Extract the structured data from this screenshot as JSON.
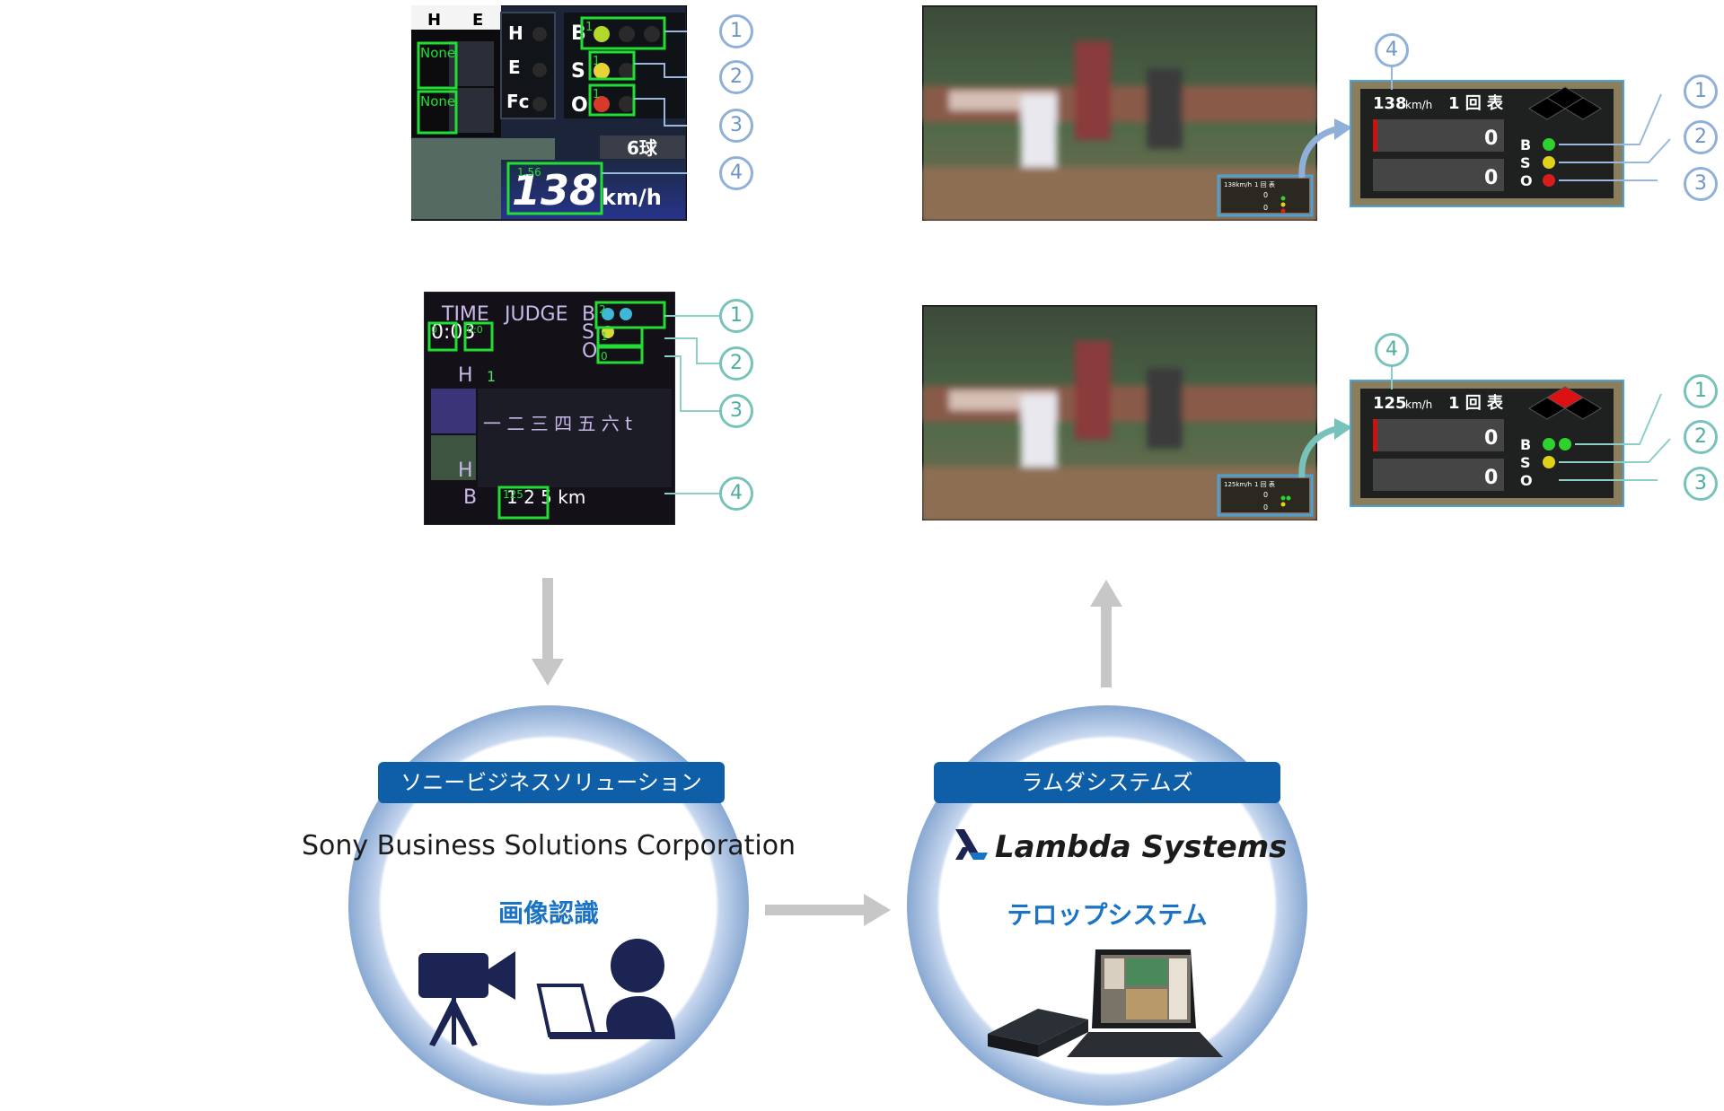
{
  "shot_a": {
    "h": "H",
    "e": "E",
    "fc": "Fc",
    "b": "B",
    "s": "S",
    "o": "O",
    "none1": "None",
    "none2": "None",
    "tag1": "1",
    "tag2": "1",
    "tag3": "1",
    "count": "6球",
    "speed": "138",
    "speed_unit": "km/h",
    "speed_tag": "1.56"
  },
  "shot_b": {
    "time": "TIME",
    "judge": "JUDGE",
    "b": "B",
    "s": "S",
    "o": "O",
    "clock": "0:03",
    "clock_tag": "0",
    "clock_tag2": "0:0",
    "h": "H",
    "h2": "H",
    "b2": "B",
    "one": "1",
    "innings": "一 二 三 四 五 六 t",
    "speed": "1 2 5 km",
    "speed_tag": "125",
    "tag1": "2",
    "tag2": "1",
    "tag3": "0"
  },
  "overlay_top": {
    "speed": "138",
    "unit": "km/h",
    "inning": "1 回 表",
    "score1": "0",
    "score2": "0",
    "b": "B",
    "s": "S",
    "o": "O"
  },
  "overlay_bottom": {
    "speed": "125",
    "unit": "km/h",
    "inning": "1 回 表",
    "score1": "0",
    "score2": "0",
    "b": "B",
    "s": "S",
    "o": "O"
  },
  "thumb_top": {
    "speed": "138km/h",
    "inning": "1 回 表",
    "s1": "0",
    "s2": "0"
  },
  "thumb_bottom": {
    "speed": "125km/h",
    "inning": "1 回 表",
    "s1": "0",
    "s2": "0"
  },
  "markers": {
    "m1": "1",
    "m2": "2",
    "m3": "3",
    "m4": "4"
  },
  "sony": {
    "badge": "ソニービジネスソリューション",
    "name": "Sony Business Solutions Corporation",
    "function": "画像認識"
  },
  "lambda": {
    "badge": "ラムダシステムズ",
    "name": "Lambda Systems",
    "function": "テロップシステム"
  },
  "colors": {
    "badge_blue": "#0f5fa8",
    "ring_blue": "#8aaad6",
    "green_box": "#22dd33",
    "ball_green": "#2ed12e",
    "strike_yellow": "#e0d21a",
    "out_red": "#d81d1d"
  }
}
